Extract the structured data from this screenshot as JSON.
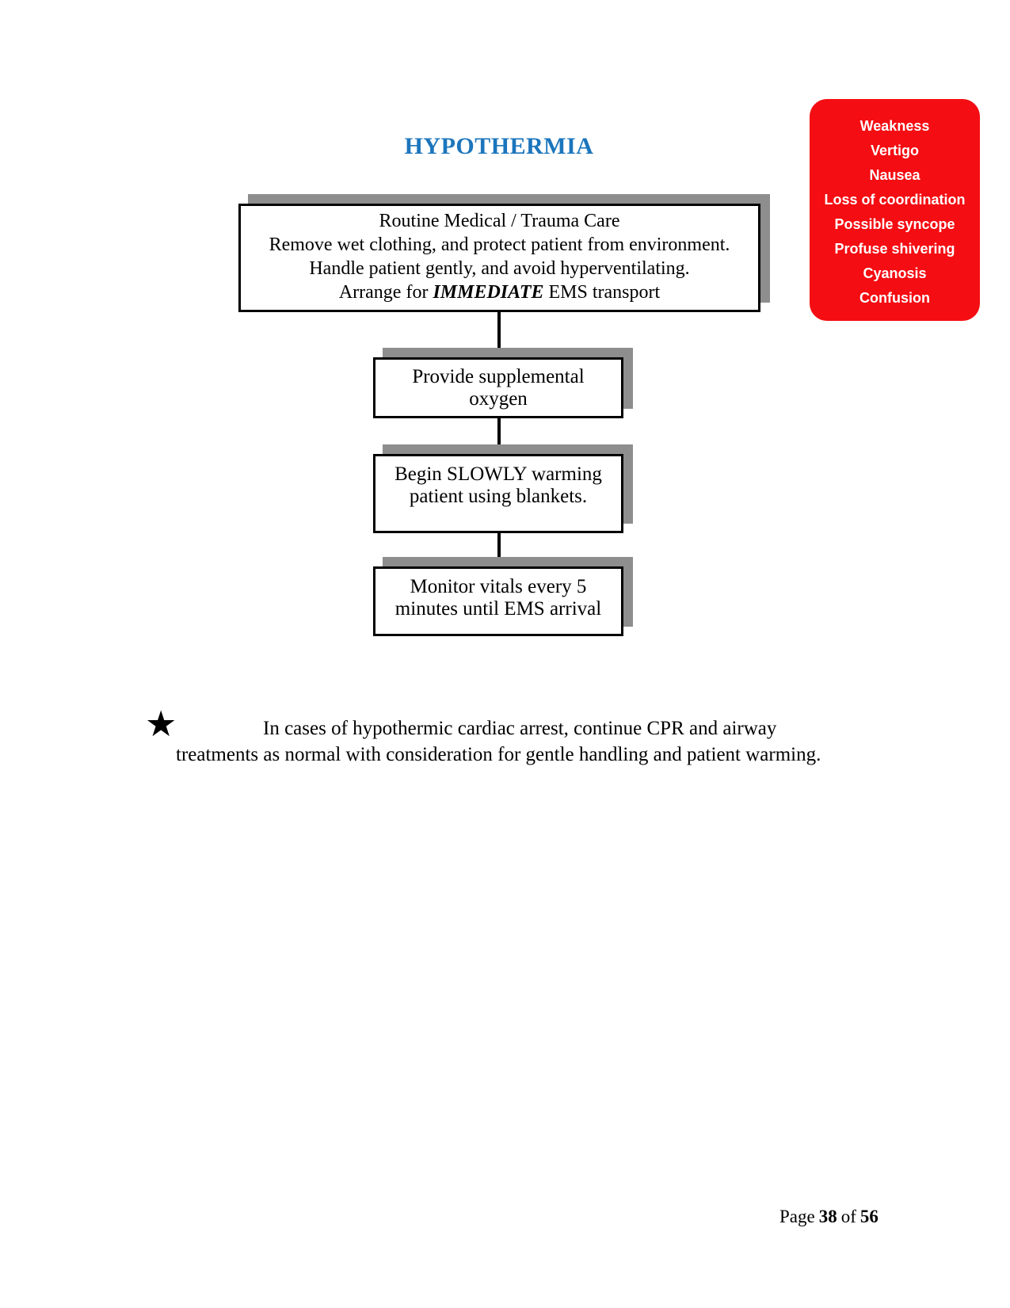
{
  "document": {
    "title": "HYPOTHERMIA",
    "footer": {
      "word_page": "Page",
      "page_number": "38",
      "word_of": "of",
      "total_pages": "56"
    }
  },
  "symptoms_box": {
    "background_color": "#F40D12",
    "text_color": "#FFFFFF",
    "items": [
      "Weakness",
      "Vertigo",
      "Nausea",
      "Loss of coordination",
      "Possible syncope",
      "Profuse shivering",
      "Cyanosis",
      "Confusion"
    ]
  },
  "flowchart": {
    "shadow_color": "#8E8E8E",
    "box1": {
      "lines": [
        "Routine Medical / Trauma Care",
        "Remove wet clothing, and protect patient from environment.",
        "Handle patient gently, and avoid hyperventilating."
      ],
      "line4_prefix": "Arrange for ",
      "line4_emphasis": "IMMEDIATE",
      "line4_suffix": " EMS transport"
    },
    "box2_lines": [
      "Provide supplemental",
      "oxygen"
    ],
    "box3_lines": [
      "Begin SLOWLY warming",
      "patient using blankets."
    ],
    "box4_lines": [
      "Monitor vitals every 5",
      "minutes until EMS arrival"
    ]
  },
  "note": {
    "bullet_icon": "★",
    "text": "In cases of hypothermic cardiac arrest, continue CPR and airway treatments as normal with consideration for gentle handling and patient warming."
  },
  "colors": {
    "title_blue": "#1B75BC",
    "symptom_red": "#F40D12",
    "shadow_gray": "#8E8E8E"
  }
}
